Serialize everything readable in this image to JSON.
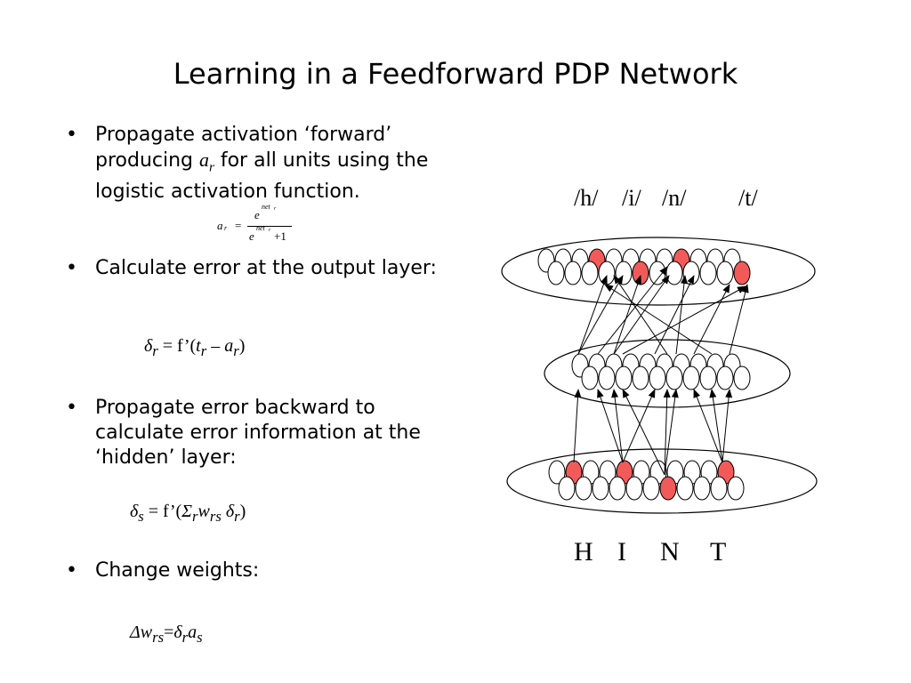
{
  "title": "Learning in a Feedforward PDP Network",
  "bullets": [
    {
      "pre": "Propagate activation ‘forward’ producing ",
      "var": "a",
      "sub": "r",
      "post": " for all units using the logistic activation function."
    },
    {
      "text": "Calculate error at the output layer:"
    },
    {
      "text": "Propagate error backward to calculate error information at the ‘hidden’ layer:"
    },
    {
      "text": "Change weights:"
    }
  ],
  "bullet_glyph": "•",
  "formula_logistic": {
    "lhs": "a",
    "lhs_sub": "r",
    "eq": "=",
    "num_base": "e",
    "num_sup": "net",
    "num_sup_sub": "r",
    "den_base": "e",
    "den_sup": "net",
    "den_sup_sub": "r",
    "den_plus": "+1"
  },
  "formula_output_error": {
    "delta": "δ",
    "sub1": "r",
    "mid": " = f’(",
    "t": "t",
    "t_sub": "r",
    "minus": " – ",
    "a": "a",
    "a_sub": "r",
    "close": ")"
  },
  "formula_hidden_error": {
    "delta": "δ",
    "sub1": "s",
    "mid": " = f’(",
    "sigma": "Σ",
    "sigma_sub": "r",
    "w": "w",
    "w_sub": "rs",
    "delta2": " δ",
    "delta2_sub": "r",
    "close": ")"
  },
  "formula_weight_change": {
    "Delta": "Δ",
    "w": "w",
    "w_sub": "rs",
    "eq": "=",
    "delta": "δ",
    "delta_sub": "r",
    "a": "a",
    "a_sub": "s"
  },
  "output_labels": [
    "/h/",
    "/i/",
    "/n/",
    "/t/"
  ],
  "input_labels": [
    "H",
    "I",
    "N",
    "T"
  ],
  "colors": {
    "active_unit": "#f25a5a",
    "inactive_unit": "#ffffff",
    "stroke": "#000000"
  }
}
